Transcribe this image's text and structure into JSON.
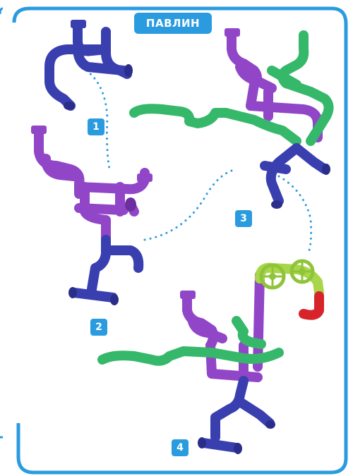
{
  "title": "ПАВЛИН",
  "steps": [
    "1",
    "2",
    "3",
    "4"
  ],
  "colors": {
    "frame": "#2b9be0",
    "blue_pipe": "#3a3fb0",
    "purple_pipe": "#9146c8",
    "green_pipe": "#36b86a",
    "lime_pipe": "#a8d64a",
    "red_pipe": "#d6242a",
    "dots": "#2b9be0"
  }
}
